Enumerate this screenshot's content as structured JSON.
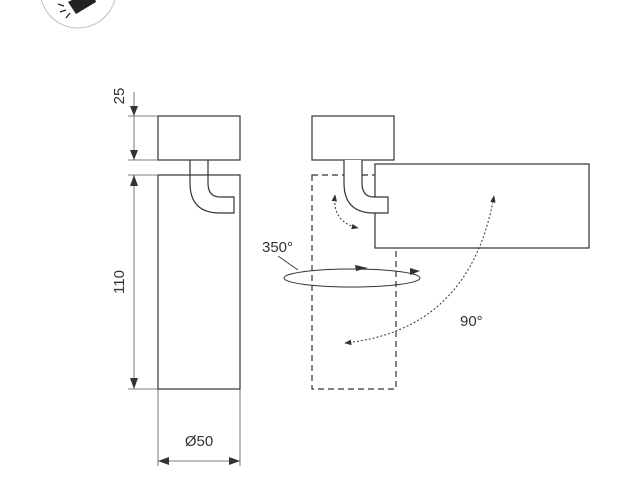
{
  "dimensions": {
    "head_height": "25",
    "body_height": "110",
    "diameter": "Ø50"
  },
  "rotation": {
    "horizontal": "350°",
    "vertical": "90°"
  },
  "icon": "track-spotlight-icon",
  "colors": {
    "line": "#333333",
    "dim_line": "#555555",
    "badge_stroke": "#bbbbbb"
  }
}
